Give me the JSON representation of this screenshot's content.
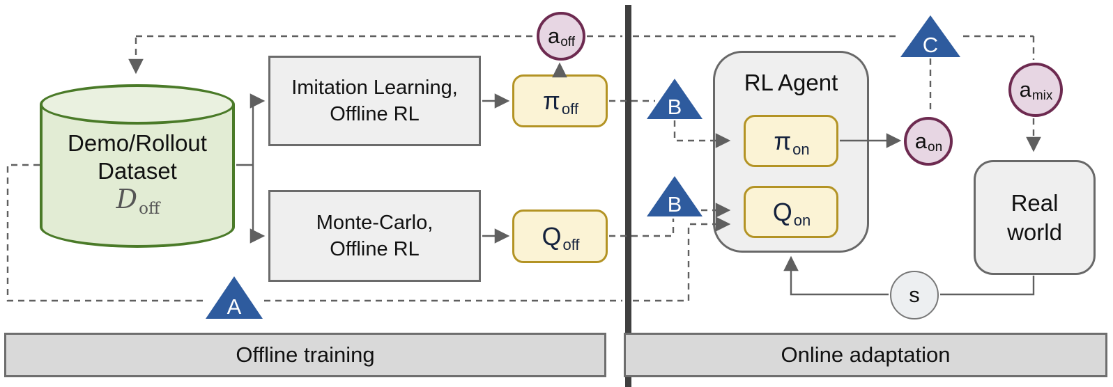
{
  "diagram": {
    "sections": {
      "offline_bar": "Offline training",
      "online_bar": "Online adaptation"
    },
    "nodes": {
      "dataset": {
        "line1": "Demo/Rollout",
        "line2": "Dataset",
        "symbol": "D",
        "symbol_sub": "off"
      },
      "imitation": {
        "line1": "Imitation Learning,",
        "line2": "Offline RL"
      },
      "monte_carlo": {
        "line1": "Monte-Carlo,",
        "line2": "Offline RL"
      },
      "pi_off": {
        "symbol": "π",
        "sub": "off"
      },
      "q_off": {
        "symbol": "Q",
        "sub": "off"
      },
      "rl_agent_title": "RL Agent",
      "pi_on": {
        "symbol": "π",
        "sub": "on"
      },
      "q_on": {
        "symbol": "Q",
        "sub": "on"
      },
      "a_off": {
        "symbol": "a",
        "sub": "off"
      },
      "a_on": {
        "symbol": "a",
        "sub": "on"
      },
      "a_mix": {
        "symbol": "a",
        "sub": "mix"
      },
      "state": {
        "symbol": "s"
      },
      "real_world": {
        "line1": "Real",
        "line2": "world"
      }
    },
    "markers": {
      "a": "A",
      "b_top": "B",
      "b_bottom": "B",
      "c": "C"
    },
    "colors": {
      "dataset_fill": "#e2ecd4",
      "dataset_top_fill": "#eaf1e0",
      "dataset_border": "#4a7a28",
      "process_fill": "#efefef",
      "process_border": "#6b6b6b",
      "policy_fill": "#fbf3d5",
      "policy_border": "#b39324",
      "action_fill": "#e7d6e3",
      "action_border": "#6d2a50",
      "marker_blue": "#2e5b9e",
      "divider": "#3f3f3f",
      "bar_fill": "#d9d9d9",
      "bar_border": "#6e6e6e",
      "connector": "#5f5f5f",
      "symbol_text": "#14213c"
    }
  }
}
